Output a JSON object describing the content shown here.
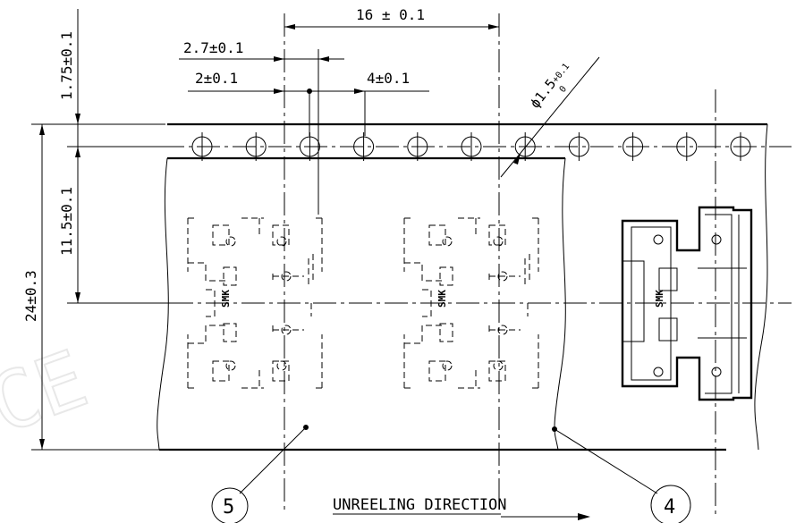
{
  "dimensions": {
    "pitch_16": "16 ± 0.1",
    "dim_2_7": "2.7±0.1",
    "dim_2": "2±0.1",
    "dim_4": "4±0.1",
    "dim_1_75": "1.75±0.1",
    "dim_11_5": "11.5±0.1",
    "dim_24": "24±0.3",
    "hole_dia": "ϕ1.5",
    "hole_tol_upper": "+0.1",
    "hole_tol_lower": "0"
  },
  "balloons": {
    "five": "5",
    "four": "4"
  },
  "direction": "UNREELING DIRECTION",
  "component_marking": "SMK",
  "watermark": "CE"
}
